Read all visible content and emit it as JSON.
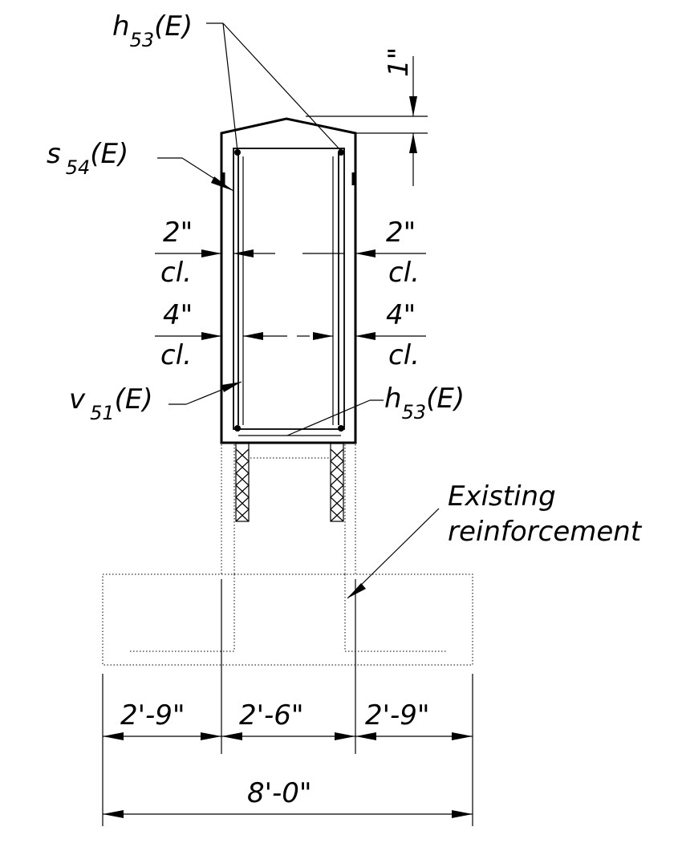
{
  "labels": {
    "h53_top": {
      "main": "h",
      "sub": "53",
      "suffix": "(E)"
    },
    "s54": {
      "main": "s",
      "sub": "54",
      "suffix": "(E)"
    },
    "v51": {
      "main": "v",
      "sub": "51",
      "suffix": "(E)"
    },
    "h53_bottom": {
      "main": "h",
      "sub": "53",
      "suffix": "(E)"
    },
    "existing_line1": "Existing",
    "existing_line2": "reinforcement"
  },
  "dimensions": {
    "top_cover": "1\"",
    "left_2": "2\"",
    "left_2_cl": "cl.",
    "right_2": "2\"",
    "right_2_cl": "cl.",
    "left_4": "4\"",
    "left_4_cl": "cl.",
    "right_4": "4\"",
    "right_4_cl": "cl.",
    "seg_left": "2'-9\"",
    "seg_mid": "2'-6\"",
    "seg_right": "2'-9\"",
    "overall": "8'-0\""
  }
}
